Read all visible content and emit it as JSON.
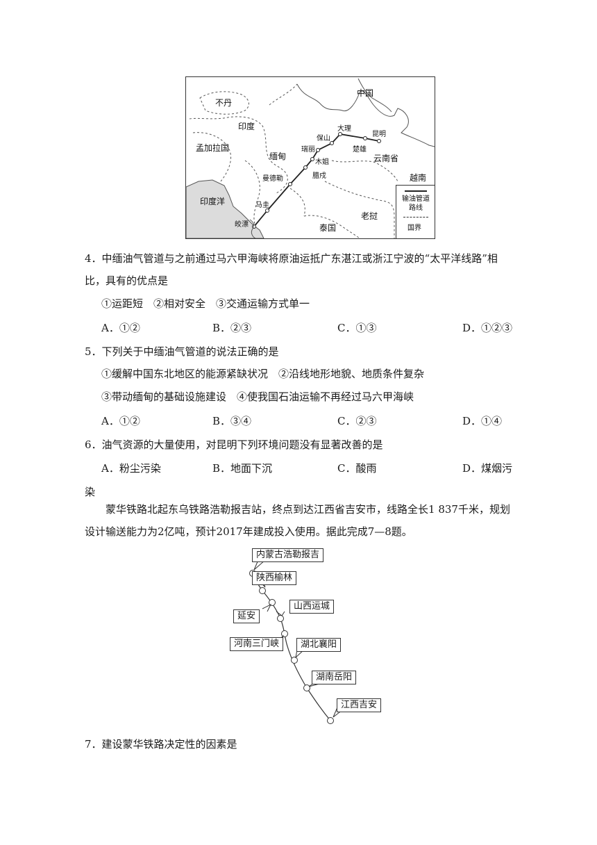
{
  "map": {
    "labels": {
      "china": "中国",
      "bhutan": "不丹",
      "india": "印度",
      "bangladesh": "孟加拉国",
      "myanmar": "缅甸",
      "indian_ocean": "印度洋",
      "yunnan": "云南省",
      "vietnam": "越南",
      "laos": "老挝",
      "thailand": "泰国",
      "dali": "大理",
      "kunming": "昆明",
      "baoshan": "保山",
      "ruili": "瑞丽",
      "chuxiong": "楚雄",
      "muse": "木姐",
      "lashio": "腊戍",
      "mandalay": "曼德勒",
      "magway": "马圭",
      "kyaukphyu": "皎漂"
    },
    "legend": {
      "pipeline": "输油管道路线",
      "border": "国界"
    }
  },
  "q4": {
    "stem": "4．中缅油气管道与之前通过马六甲海峡将原油运抵广东湛江或浙江宁波的“太平洋线路”相",
    "stem2": "比，具有的优点是",
    "items": "①运距短　②相对安全　③交通运输方式单一",
    "a": "A．①②",
    "b": "B．②③",
    "c": "C．①③",
    "d": "D．①②③"
  },
  "q5": {
    "stem": "5．下列关于中缅油气管道的说法正确的是",
    "items1": "①缓解中国东北地区的能源紧缺状况　②沿线地形地貌、地质条件复杂",
    "items2": "③带动缅甸的基础设施建设　④使我国石油运输不再经过马六甲海峡",
    "a": "A．①②",
    "b": "B．③④",
    "c": "C．②③",
    "d": "D．①④"
  },
  "q6": {
    "stem": "6．油气资源的大量使用，对昆明下列环境问题没有显著改善的是",
    "a": "A．粉尘污染",
    "b": "B．地面下沉",
    "c": "C．酸雨",
    "d": "D．煤烟污",
    "d_cont": "染"
  },
  "intro": {
    "line1": "蒙华铁路北起东乌铁路浩勒报吉站，终点到达江西省吉安市，线路全长1 837千米，规划",
    "line2": "设计输送能力为2亿吨，预计2017年建成投入使用。据此完成7—8题。"
  },
  "rail": {
    "stations": [
      "内蒙古浩勒报吉",
      "陕西榆林",
      "延安",
      "山西运城",
      "河南三门峡",
      "湖北襄阳",
      "湖南岳阳",
      "江西吉安"
    ]
  },
  "q7": {
    "stem": "7．建设蒙华铁路决定性的因素是"
  }
}
